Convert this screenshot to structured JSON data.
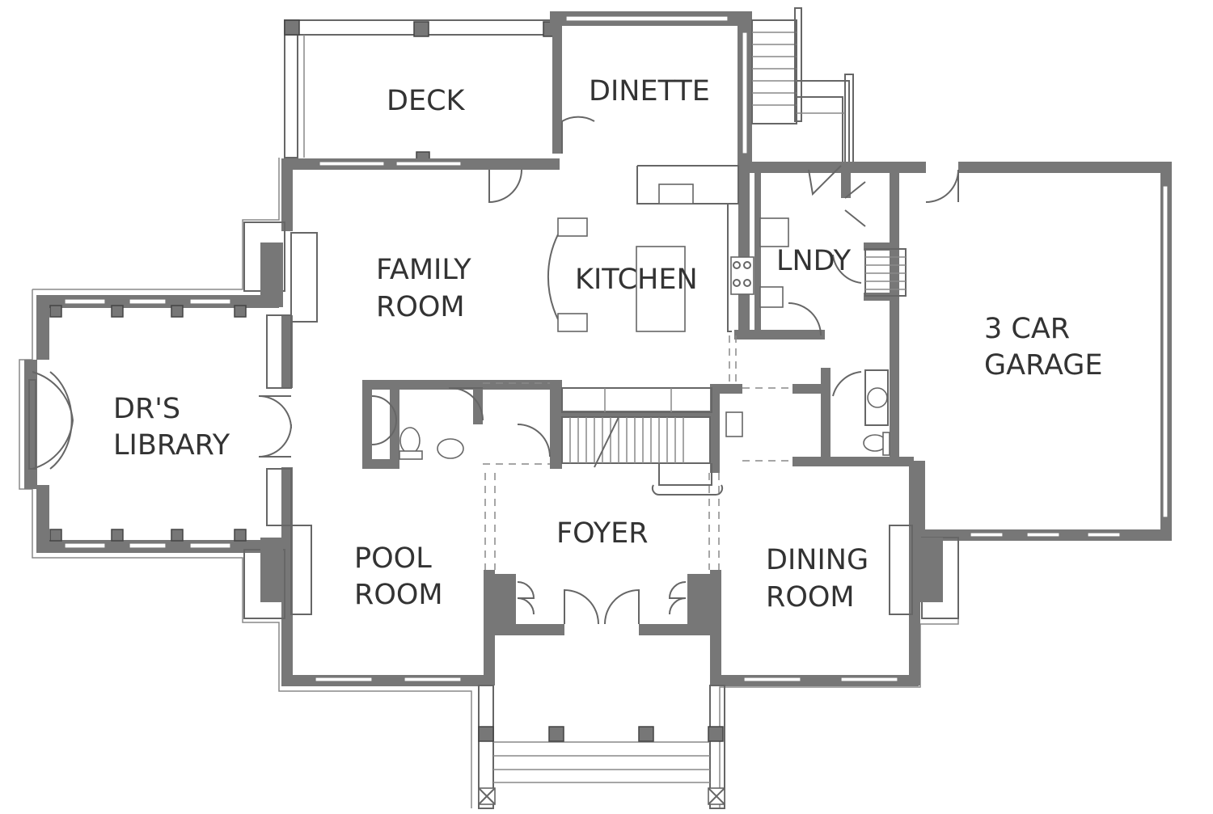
{
  "rooms": {
    "deck": "DECK",
    "dinette": "DINETTE",
    "family_room_1": "FAMILY",
    "family_room_2": "ROOM",
    "kitchen": "KITCHEN",
    "laundry": "LNDY",
    "garage_1": "3 CAR",
    "garage_2": "GARAGE",
    "library_1": "DR'S",
    "library_2": "LIBRARY",
    "foyer": "FOYER",
    "pool_room_1": "POOL",
    "pool_room_2": "ROOM",
    "dining_room_1": "DINING",
    "dining_room_2": "ROOM"
  },
  "colors": {
    "wall": "#777777",
    "line": "#666666",
    "background": "#ffffff",
    "text": "#333333"
  }
}
